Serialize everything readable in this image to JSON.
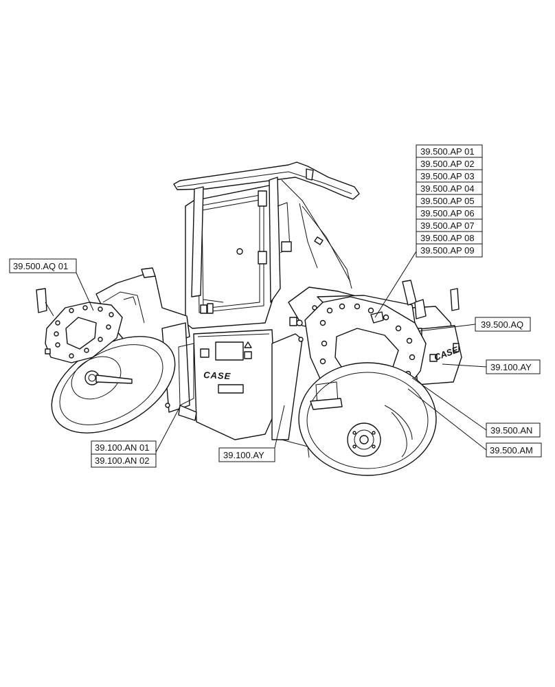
{
  "labels": {
    "ap": [
      "39.500.AP 01",
      "39.500.AP 02",
      "39.500.AP 03",
      "39.500.AP 04",
      "39.500.AP 05",
      "39.500.AP 06",
      "39.500.AP 07",
      "39.500.AP 08",
      "39.500.AP 09"
    ],
    "aq01": "39.500.AQ 01",
    "aq": "39.500.AQ",
    "ay_right": "39.100.AY",
    "an_right": "39.500.AN",
    "am": "39.500.AM",
    "ay_bottom": "39.100.AY",
    "an01": "39.100.AN 01",
    "an02": "39.100.AN 02"
  },
  "decals": {
    "brand_front": "CASE",
    "brand_rear": "CASE"
  }
}
